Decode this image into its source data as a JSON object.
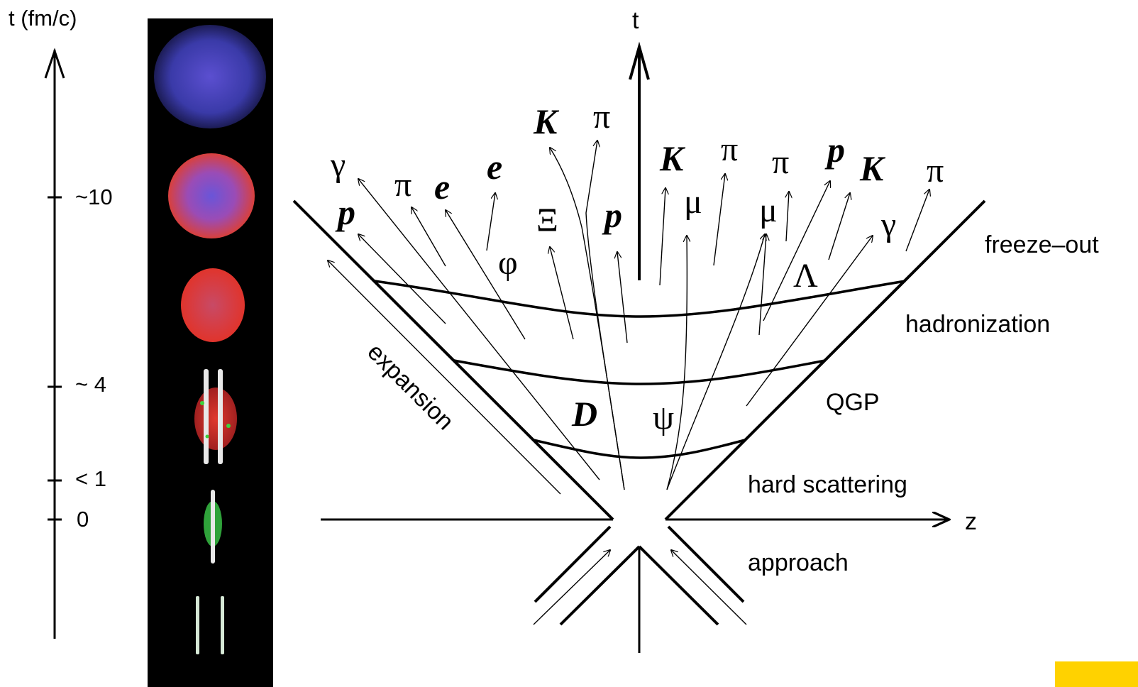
{
  "time_axis": {
    "title": "t (fm/c)",
    "ticks": [
      {
        "label": "~10"
      },
      {
        "label": "~ 4"
      },
      {
        "label": "< 1"
      },
      {
        "label": "0"
      }
    ]
  },
  "axes": {
    "t_label": "t",
    "z_label": "z"
  },
  "stages": {
    "freeze_out": "freeze–out",
    "hadronization": "hadronization",
    "qgp": "QGP",
    "hard_scattering": "hard scattering",
    "approach": "approach",
    "expansion": "expansion"
  },
  "particles": {
    "gamma_left": "γ",
    "p_left": "p",
    "pi_left": "π",
    "e_left": "e",
    "e_mid": "e",
    "phi": "φ",
    "xi": "Ξ",
    "K_top": "K",
    "pi_top": "π",
    "p_mid": "p",
    "K_center": "K",
    "pi_center": "π",
    "mu_center": "μ",
    "pi_right": "π",
    "mu_right": "μ",
    "p_right": "p",
    "K_right": "K",
    "gamma_right": "γ",
    "pi_far_right": "π",
    "lambda": "Λ",
    "D": "D",
    "psi": "ψ"
  },
  "colors": {
    "snapshot_background": "#000000",
    "ink": "#000000",
    "corner_marker": "#ffd200"
  }
}
